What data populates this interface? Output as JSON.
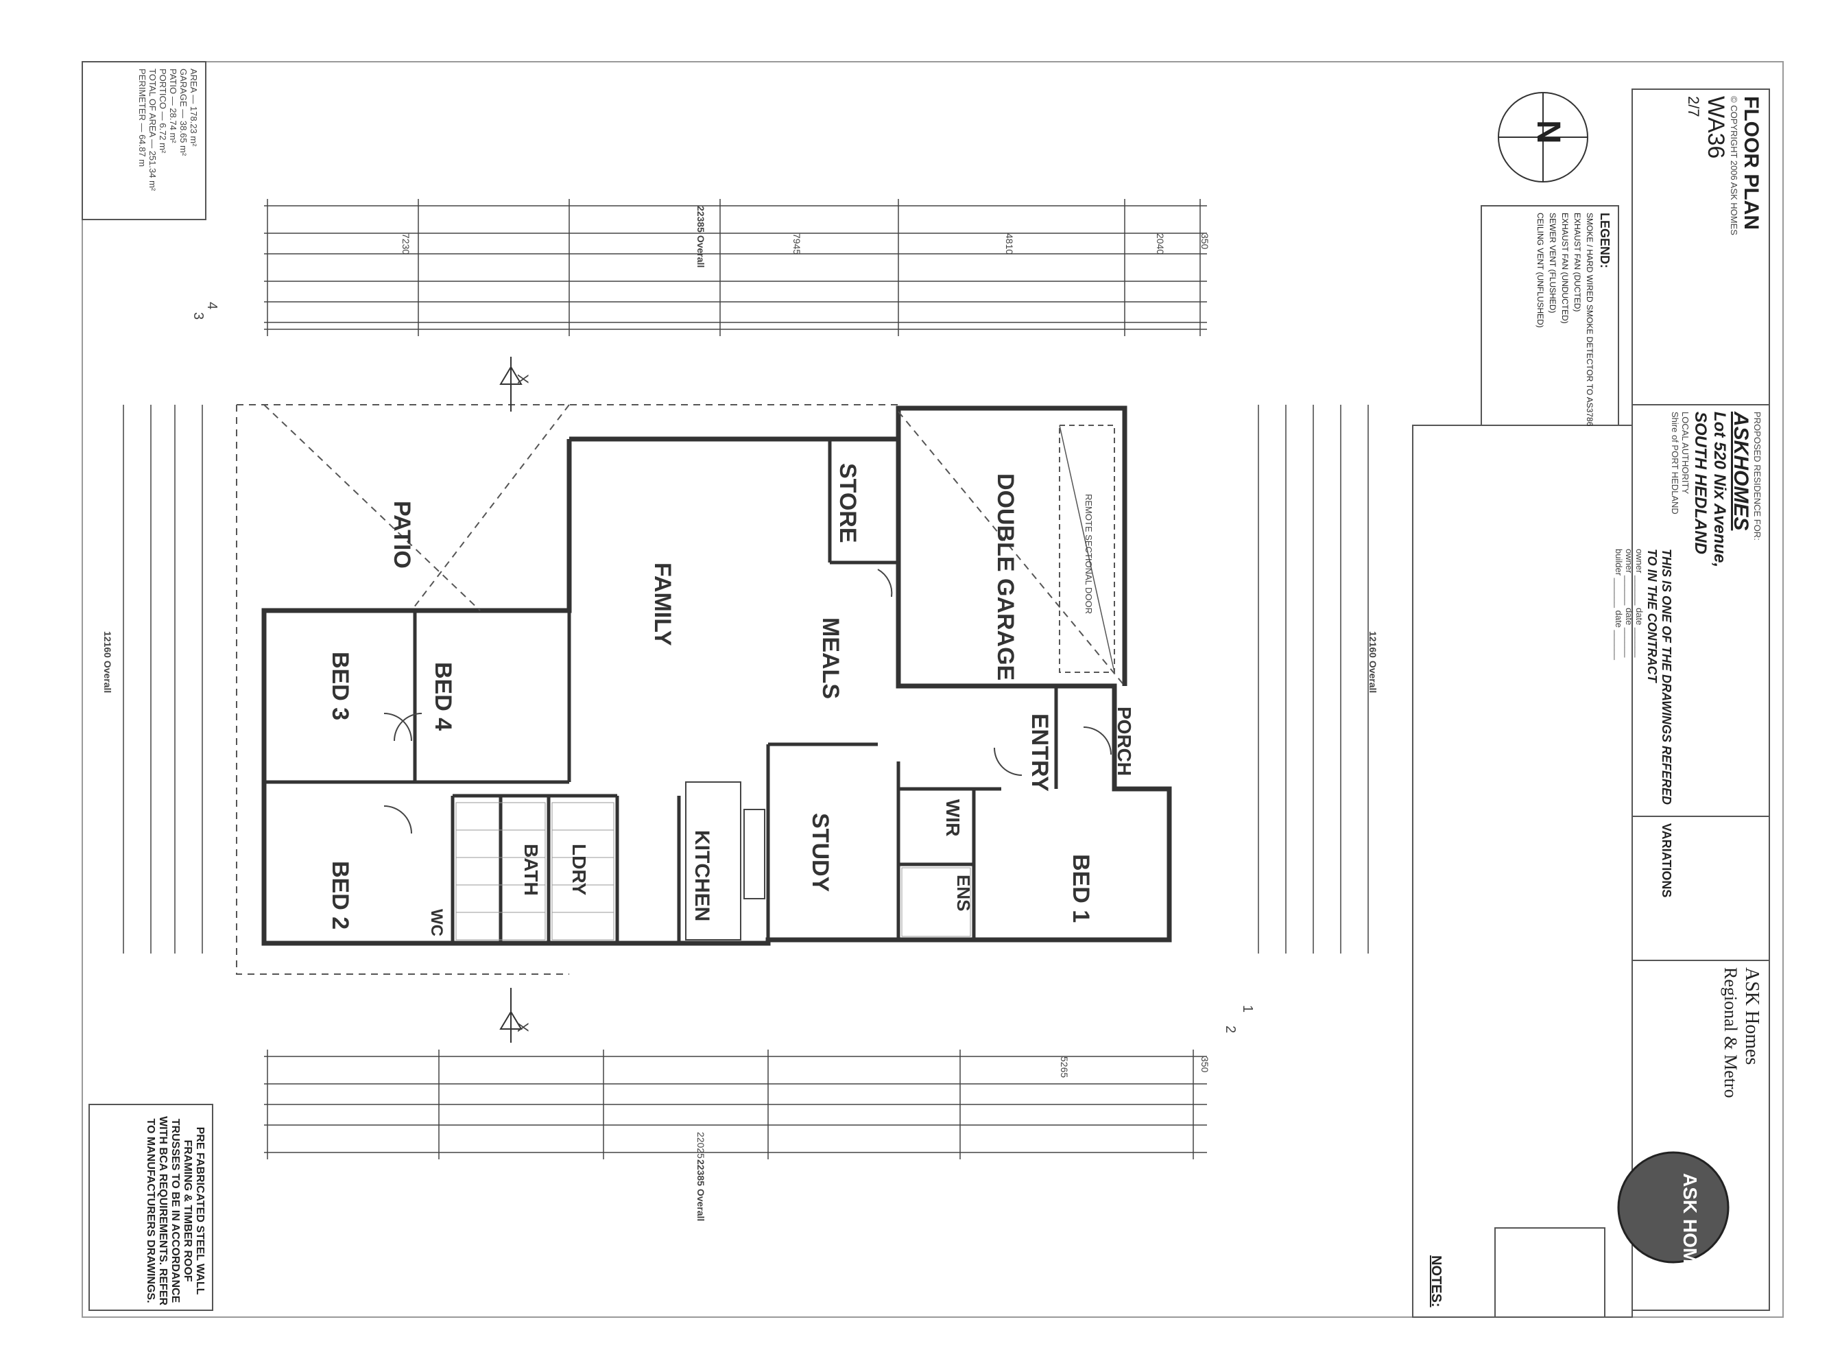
{
  "area_table": [
    {
      "label": "AREA",
      "value": "178.23 m²"
    },
    {
      "label": "GARAGE",
      "value": "38.65 m²"
    },
    {
      "label": "PATIO",
      "value": "28.74 m²"
    },
    {
      "label": "PORTICO",
      "value": "6.72 m²"
    },
    {
      "label": "TOTAL OF AREA",
      "value": "251.34 m²"
    },
    {
      "label": "PERIMETER",
      "value": "64.87 m"
    }
  ],
  "overall_top": "22385 Overall",
  "overall_bottom": "22385 Overall",
  "overall_left": "12160 Overall",
  "overall_right": "12160 Overall",
  "top_dims": [
    "7230",
    "7945",
    "4810",
    "2040",
    "350"
  ],
  "bottom_dims": [
    "22025",
    "5265",
    "350"
  ],
  "rooms": {
    "patio": "PATIO",
    "family": "FAMILY",
    "meals": "MEALS",
    "store": "STORE",
    "double_garage": "DOUBLE GARAGE",
    "bed3": "BED 3",
    "bed4": "BED 4",
    "bed2": "BED 2",
    "bath": "BATH",
    "ldry": "LDRY",
    "kitchen": "KITCHEN",
    "study": "STUDY",
    "entry": "ENTRY",
    "porch": "PORCH",
    "wir": "WIR",
    "ens": "ENS",
    "bed1": "BED 1",
    "wc": "WC"
  },
  "notes_left": "PRE FABRICATED STEEL WALL FRAMING & TIMBER ROOF TRUSSES TO BE IN ACCORDANCE WITH BCA REQUIREMENTS. REFER TO MANUFACTURERS DRAWINGS.",
  "legend_title": "LEGEND:",
  "legend_items": [
    "SMOKE / HARD WIRED SMOKE DETECTOR TO AS3786",
    "EXHAUST FAN (DUCTED)",
    "EXHAUST FAN (UNDUCTED)",
    "SEWER VENT (FLUSHED)",
    "CEILING VENT (UNFLUSHED)"
  ],
  "north": "N",
  "title_block": {
    "drawing_title": "FLOOR PLAN",
    "drawing_no": "WA36",
    "sheet": "2/7",
    "proposed_for": "PROPOSED RESIDENCE FOR:",
    "client": "ASKHOMES",
    "lot": "Lot 520 Nix Avenue,",
    "suburb": "SOUTH HEDLAND",
    "authority_label": "LOCAL AUTHORITY",
    "authority": "Shire of PORT HEDLAND",
    "contract_note": "THIS IS ONE OF THE DRAWINGS REFERED TO IN THE CONTRACT",
    "signatures": [
      "owner",
      "owner",
      "builder"
    ],
    "date_label": "date",
    "variations": "VARIATIONS",
    "company_line1": "ASK Homes",
    "company_line2": "Regional & Metro",
    "logo_text": "ASK HOMES",
    "copyright": "© COPYRIGHT 2006 ASK HOMES"
  },
  "notes_heading": "NOTES:",
  "garage_note": "REMOTE SECTIONAL DOOR",
  "sections": [
    "X",
    "X"
  ],
  "elev_markers": [
    "3",
    "4",
    "2",
    "1"
  ]
}
